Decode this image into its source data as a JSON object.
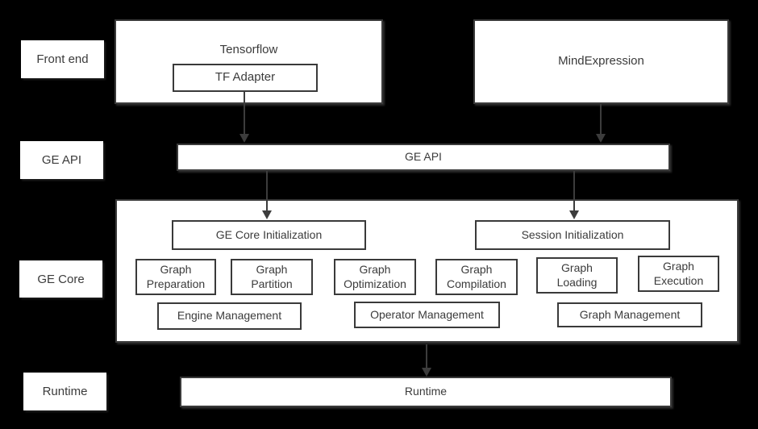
{
  "colors": {
    "background": "#000000",
    "box_fill": "#ffffff",
    "border": "#3a3a3a",
    "text": "#3b3b3b",
    "arrow": "#3c3c3c"
  },
  "side_labels": {
    "front_end": "Front end",
    "ge_api": "GE API",
    "ge_core": "GE Core",
    "runtime": "Runtime"
  },
  "front_end": {
    "tensorflow": "Tensorflow",
    "tf_adapter": "TF Adapter",
    "mindexpression": "MindExpression"
  },
  "ge_api": {
    "bar": "GE API"
  },
  "ge_core": {
    "initialization": {
      "ge_core_init": "GE Core Initialization",
      "session_init": "Session Initialization"
    },
    "stages": [
      "Graph Preparation",
      "Graph Partition",
      "Graph Optimization",
      "Graph Compilation",
      "Graph Loading",
      "Graph Execution"
    ],
    "management": [
      "Engine Management",
      "Operator Management",
      "Graph Management"
    ]
  },
  "runtime": {
    "bar": "Runtime"
  }
}
